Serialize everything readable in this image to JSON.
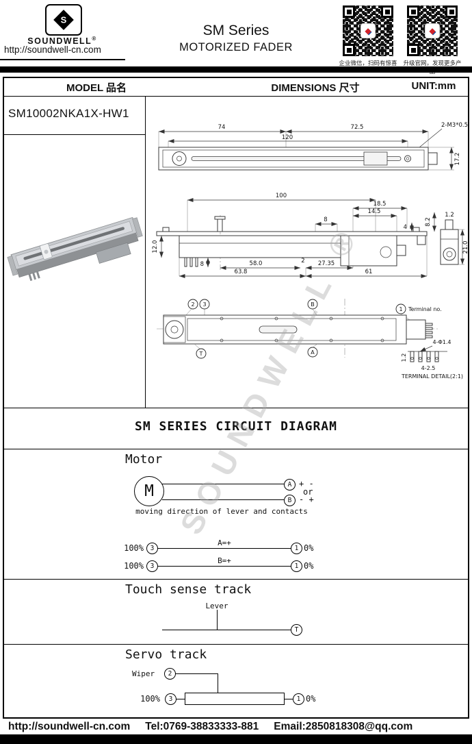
{
  "header": {
    "brand": "SOUNDWELL",
    "reg_mark": "®",
    "website": "http://soundwell-cn.com",
    "series_title": "SM Series",
    "product_title": "MOTORIZED FADER",
    "qr_left_caption": "企业微信，扫码有惊喜",
    "qr_right_caption": "升级官网，发现更多产品"
  },
  "table": {
    "model_header": "MODEL 品名",
    "dimensions_header": "DIMENSIONS 尺寸",
    "unit_header": "UNIT:mm",
    "model_name": "SM10002NKA1X-HW1"
  },
  "watermark": "SOUNDWELL ®",
  "drawing": {
    "top_view": {
      "len_left": "74",
      "len_right": "72.5",
      "hole_pitch": "120",
      "thread": "2-M3*0.5",
      "width": "17.2"
    },
    "side_view": {
      "travel": "100",
      "d18_5": "18.5",
      "d14_5": "14.5",
      "d8_top": "8",
      "d4": "4",
      "d8_2": "8.2",
      "d1_2": "1.2",
      "d12_0": "12.0",
      "d8_left": "8",
      "d58_0": "58.0",
      "d2": "2",
      "d27_35": "27.35",
      "d63_8": "63.8",
      "d61": "61",
      "d21_0": "21.0"
    },
    "bottom_view": {
      "term_2": "2",
      "term_3": "3",
      "term_b": "B",
      "term_1": "1",
      "terminal_no_label": "Terminal no.",
      "term_t": "T",
      "term_a": "A"
    },
    "terminal_detail": {
      "holes": "4-Φ1.4",
      "pitch": "4-2.5",
      "thickness": "1.2",
      "caption": "TERMINAL DETAIL(2:1)"
    }
  },
  "circuit": {
    "title": "SM SERIES CIRCUIT DIAGRAM",
    "motor": {
      "heading": "Motor",
      "symbol": "M",
      "term_a": "A",
      "a_polarity": "+ -",
      "or_label": "or",
      "term_b": "B",
      "b_polarity": "- +",
      "note": "moving direction of lever and contacts",
      "rows": [
        {
          "left_pct": "100%",
          "left_term": "3",
          "label": "A=+",
          "right_term": "1",
          "right_pct": "0%"
        },
        {
          "left_pct": "100%",
          "left_term": "3",
          "label": "B=+",
          "right_term": "1",
          "right_pct": "0%"
        }
      ]
    },
    "touch": {
      "heading": "Touch sense track",
      "lever_label": "Lever",
      "term_t": "T"
    },
    "servo": {
      "heading": "Servo track",
      "wiper_label": "Wiper",
      "term_wiper": "2",
      "left_pct": "100%",
      "left_term": "3",
      "right_term": "1",
      "right_pct": "0%"
    }
  },
  "footer": {
    "website": "http://soundwell-cn.com",
    "tel": "Tel:0769-38833333-881",
    "email": "Email:2850818308@qq.com"
  }
}
